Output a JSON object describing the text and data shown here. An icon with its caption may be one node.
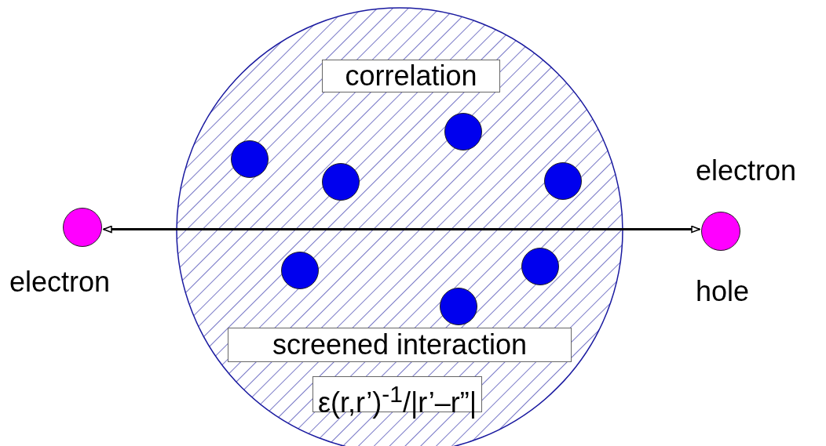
{
  "diagram": {
    "nodes": [
      {
        "text": [],
        "shape": "circle",
        "beside": [
          "electron"
        ]
      },
      {
        "text": [],
        "shape": "circle"
      },
      {
        "text": [
          "correlation"
        ],
        "in": 1
      },
      {
        "text": [],
        "shape": "circle",
        "in": 1
      },
      {
        "text": [],
        "shape": "circle",
        "in": 1
      },
      {
        "text": [],
        "shape": "circle",
        "in": 1
      },
      {
        "text": [],
        "shape": "circle",
        "in": 1
      },
      {
        "text": [],
        "shape": "circle",
        "in": 1
      },
      {
        "text": [],
        "shape": "circle",
        "in": 1
      },
      {
        "text": [],
        "shape": "circle",
        "in": 1
      },
      {
        "text": [
          "screened interaction"
        ],
        "in": 1
      },
      {
        "text": [
          "ε(r,r’)$^{-1}$/|r’–r”|"
        ],
        "in": 1
      },
      {
        "text": [],
        "shape": "circle",
        "beside": [
          "electron",
          "hole"
        ]
      }
    ],
    "edges": [
      {
        "from": 0,
        "to": 12,
        "arrow": "both"
      }
    ]
  }
}
